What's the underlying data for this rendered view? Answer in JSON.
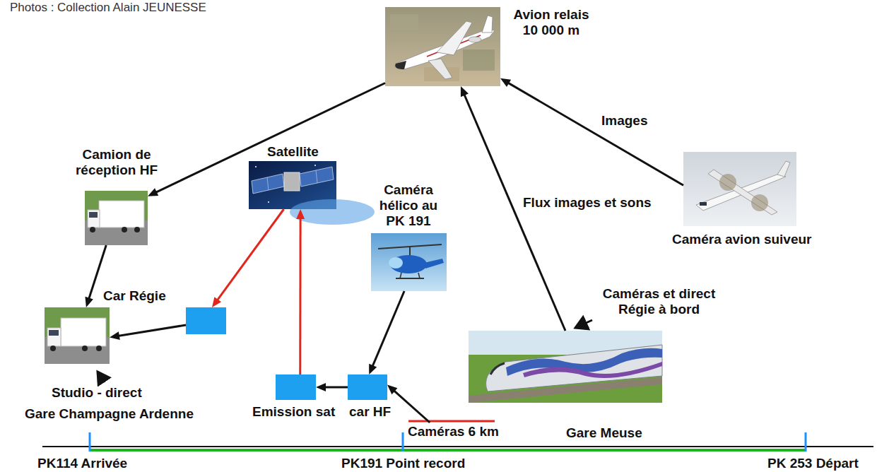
{
  "diagram": {
    "nodes": [
      {
        "text": [
          "Avion relais 10 000 m"
        ]
      },
      {
        "text": [
          "Camion de réception HF"
        ]
      },
      {
        "text": [
          "Satellite"
        ]
      },
      {
        "text": [
          "Caméra hélico au PK 191"
        ]
      },
      {
        "text": [
          "Caméra avion suiveur"
        ]
      },
      {
        "text": [
          "Car Régie"
        ]
      },
      {
        "text": [
          "Caméras et direct Régie à bord"
        ]
      },
      {
        "text": [
          "Emission sat"
        ]
      },
      {
        "text": [
          "car HF"
        ]
      },
      {
        "text": [
          "Caméras 6 km"
        ]
      }
    ],
    "edges": [
      {
        "from": 0,
        "to": 1,
        "arrow": "to"
      },
      {
        "from": 4,
        "to": 0,
        "label": "Images",
        "arrow": "to"
      },
      {
        "from": 6,
        "to": 0,
        "label": "Flux images et sons",
        "arrow": "to"
      },
      {
        "from": 1,
        "to": 5,
        "arrow": "to"
      },
      {
        "from": 2,
        "to": 5,
        "arrow": "to"
      },
      {
        "from": 7,
        "to": 2,
        "arrow": "to"
      },
      {
        "from": 8,
        "to": 7,
        "arrow": "to"
      },
      {
        "from": 3,
        "to": 8,
        "arrow": "to"
      },
      {
        "from": 9,
        "to": 8,
        "arrow": "to"
      }
    ],
    "labels": [
      "Photos : Collection Alain JEUNESSE",
      "Studio - direct",
      "Gare Champagne Ardenne",
      "Gare Meuse",
      "PK114 Arrivée",
      "PK191 Point record",
      "PK 253 Départ"
    ]
  }
}
